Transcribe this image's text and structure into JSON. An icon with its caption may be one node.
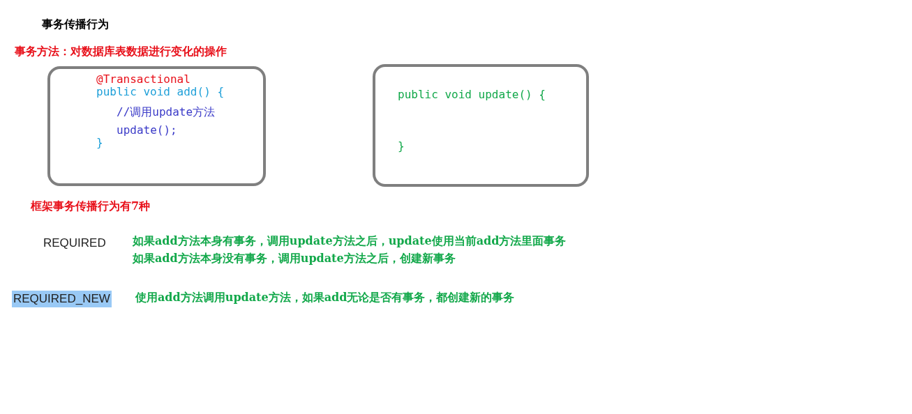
{
  "diagram": {
    "title": "事务传播行为",
    "nodes": [
      {
        "text": [
          "@Transactional",
          "public void add() {",
          "//调用update方法",
          "update();",
          "}"
        ]
      },
      {
        "text": [
          "public void update() {",
          "}"
        ]
      }
    ],
    "labels": [
      "事务方法：对数据库表数据进行变化的操作",
      "框架事务传播行为有7种",
      "REQUIRED",
      "如果add方法本身有事务，调用update方法之后，update使用当前add方法里面事务",
      "如果add方法本身没有事务，调用update方法之后，创建新事务",
      "REQUIRED_NEW",
      "使用add方法调用update方法，如果add无论是否有事务，都创建新的事务"
    ]
  }
}
